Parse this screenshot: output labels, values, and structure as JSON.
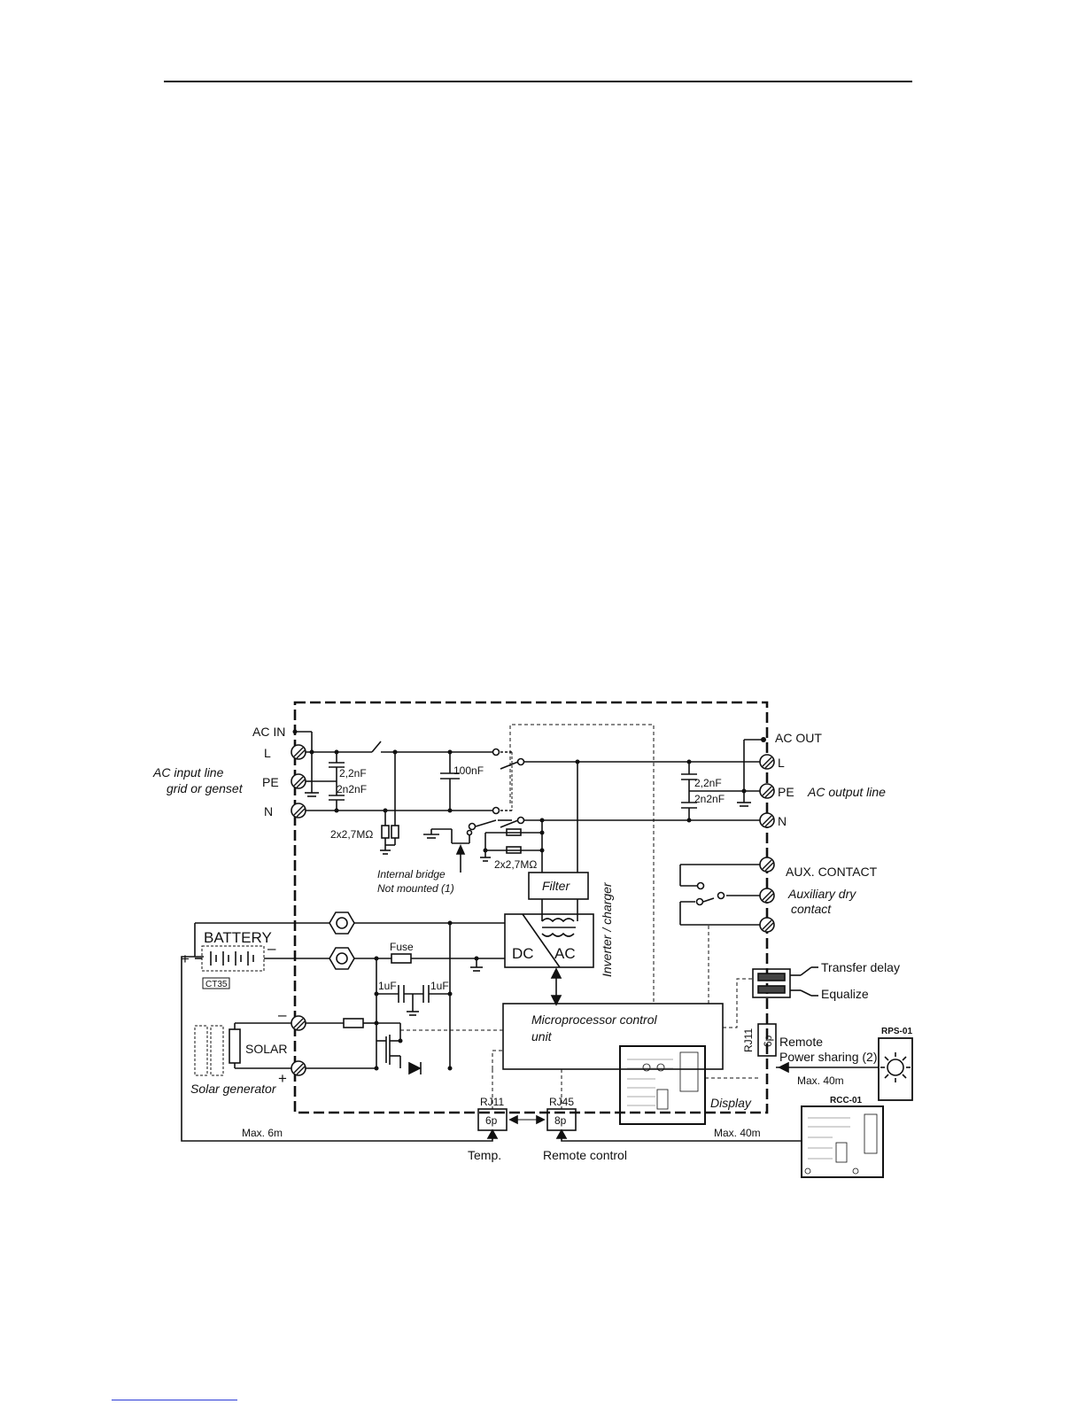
{
  "labels": {
    "ac_in": "AC IN",
    "ac_out": "AC OUT",
    "l_in": "L",
    "pe_in": "PE",
    "n_in": "N",
    "l_out": "L",
    "pe_out": "PE",
    "n_out": "N",
    "ac_input_line_1": "AC input line",
    "ac_input_line_2": "grid or genset",
    "ac_output_line": "AC output line",
    "cap_2_2nf_in": "2,2nF",
    "cap_2n2nf_in": "2n2nF",
    "cap_100nf": "100nF",
    "cap_2_2nf_out": "2,2nF",
    "cap_2n2nf_out": "2n2nF",
    "res_left": "2x2,7MΩ",
    "res_right": "2x2,7MΩ",
    "internal_bridge_1": "Internal bridge",
    "internal_bridge_2": "Not mounted (1)",
    "filter": "Filter",
    "inverter_charger": "Inverter / charger",
    "dc": "DC",
    "ac": "AC",
    "aux_contact": "AUX. CONTACT",
    "aux_dry_1": "Auxiliary dry",
    "aux_dry_2": "contact",
    "battery": "BATTERY",
    "plus_batt": "+",
    "minus_batt": "–",
    "fuse": "Fuse",
    "ct35": "CT35",
    "cap_1uf_a": "1uF",
    "cap_1uf_b": "1uF",
    "transfer_delay": "Transfer delay",
    "equalize": "Equalize",
    "micro_1": "Microprocessor control",
    "micro_2": "unit",
    "solar": "SOLAR",
    "solar_minus": "–",
    "solar_plus": "+",
    "solar_generator": "Solar generator",
    "remote_1": "Remote",
    "remote_2": "Power sharing (2)",
    "rps01": "RPS-01",
    "rj11_right": "RJ11",
    "sixp_right": "6p",
    "max40_right": "Max. 40m",
    "display": "Display",
    "rcc01": "RCC-01",
    "rj11_bottom": "RJ11",
    "rj45_bottom": "RJ45",
    "sixp_bottom": "6p",
    "eightp_bottom": "8p",
    "max6": "Max. 6m",
    "max40_bottom": "Max. 40m",
    "temp": "Temp.",
    "remote_control": "Remote control"
  }
}
